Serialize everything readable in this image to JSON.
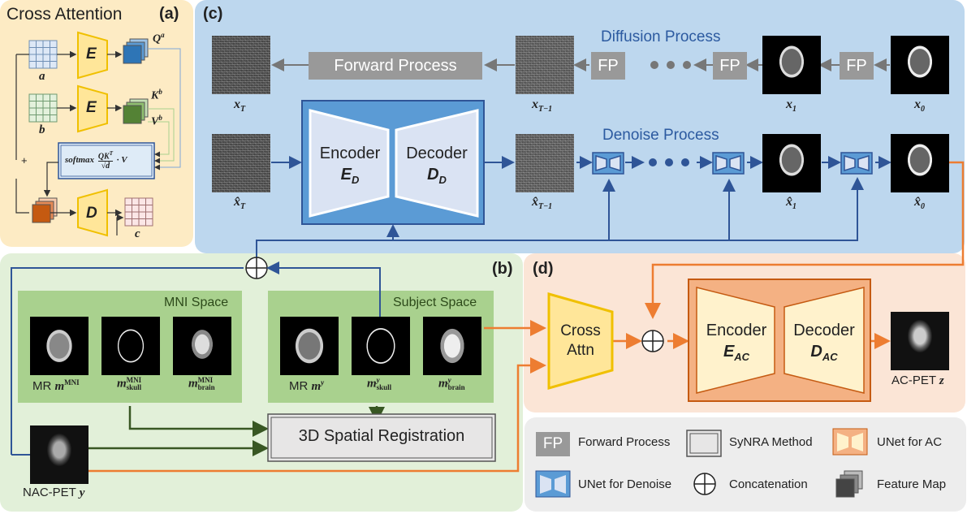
{
  "panel_a": {
    "title": "Cross Attention",
    "tag": "(a)",
    "enc1": "E",
    "enc2": "E",
    "dec": "D",
    "q": "Q",
    "q_sup": "a",
    "k": "K",
    "k_sup": "b",
    "v": "V",
    "v_sup": "b",
    "in_a": "a",
    "in_b": "b",
    "out_c": "c",
    "softmax": "softmax",
    "qk": "QK",
    "qk_sup": "T",
    "sqrt_d": "√d",
    "times_v": "· V",
    "plus": "+"
  },
  "panel_c": {
    "tag": "(c)",
    "diffusion_title": "Diffusion Process",
    "denoise_title": "Denoise Process",
    "forward_process": "Forward Process",
    "fp": "FP",
    "encoder": "Encoder",
    "encoder_sym": "E",
    "encoder_sub": "D",
    "decoder": "Decoder",
    "decoder_sym": "D",
    "decoder_sub": "D",
    "labels_top": [
      {
        "sym": "x",
        "sub": "T"
      },
      {
        "sym": "x",
        "sub": "T−1"
      },
      {
        "sym": "x",
        "sub": "1"
      },
      {
        "sym": "x",
        "sub": "0"
      }
    ],
    "labels_bottom": [
      {
        "sym": "x̂",
        "sub": "T"
      },
      {
        "sym": "x̂",
        "sub": "T−1"
      },
      {
        "sym": "x̂",
        "sub": "1"
      },
      {
        "sym": "x̂",
        "sub": "0"
      }
    ]
  },
  "panel_b": {
    "tag": "(b)",
    "mni_space": "MNI Space",
    "subject_space": "Subject Space",
    "mr_mni_prefix": "MR",
    "mr_mni_sym": "m",
    "mr_mni_sup": "MNI",
    "skull_mni_sym": "m",
    "skull_mni_sup": "MNI",
    "skull_mni_sub": "skull",
    "brain_mni_sym": "m",
    "brain_mni_sup": "MNI",
    "brain_mni_sub": "brain",
    "mr_y_prefix": "MR",
    "mr_y_sym": "m",
    "mr_y_sup": "y",
    "skull_y_sym": "m",
    "skull_y_sup": "y",
    "skull_y_sub": "skull",
    "brain_y_sym": "m",
    "brain_y_sup": "y",
    "brain_y_sub": "brain",
    "registration": "3D Spatial Registration",
    "nac_pet": "NAC-PET",
    "nac_pet_sym": "y"
  },
  "panel_d": {
    "tag": "(d)",
    "cross_attn_1": "Cross",
    "cross_attn_2": "Attn",
    "encoder": "Encoder",
    "encoder_sym": "E",
    "encoder_sub": "AC",
    "decoder": "Decoder",
    "decoder_sym": "D",
    "decoder_sub": "AC",
    "ac_pet": "AC-PET",
    "ac_pet_sym": "z"
  },
  "legend": {
    "fp": "FP",
    "forward_process": "Forward Process",
    "synra": "SyNRA Method",
    "unet_ac": "UNet for AC",
    "unet_denoise": "UNet for Denoise",
    "concatenation": "Concatenation",
    "feature_map": "Feature Map"
  },
  "colors": {
    "panel_a_bg": "#fdebc4",
    "panel_c_bg": "#bdd7ee",
    "panel_b_bg": "#e2f0d9",
    "panel_d_bg": "#fbe5d6",
    "legend_bg": "#ededed",
    "green_box": "#a9d18e",
    "blue_unet": "#4a86c8",
    "orange_unet": "#f4b183",
    "arrow_blue": "#2f5597",
    "arrow_orange": "#ed7d31",
    "arrow_green": "#385723"
  }
}
